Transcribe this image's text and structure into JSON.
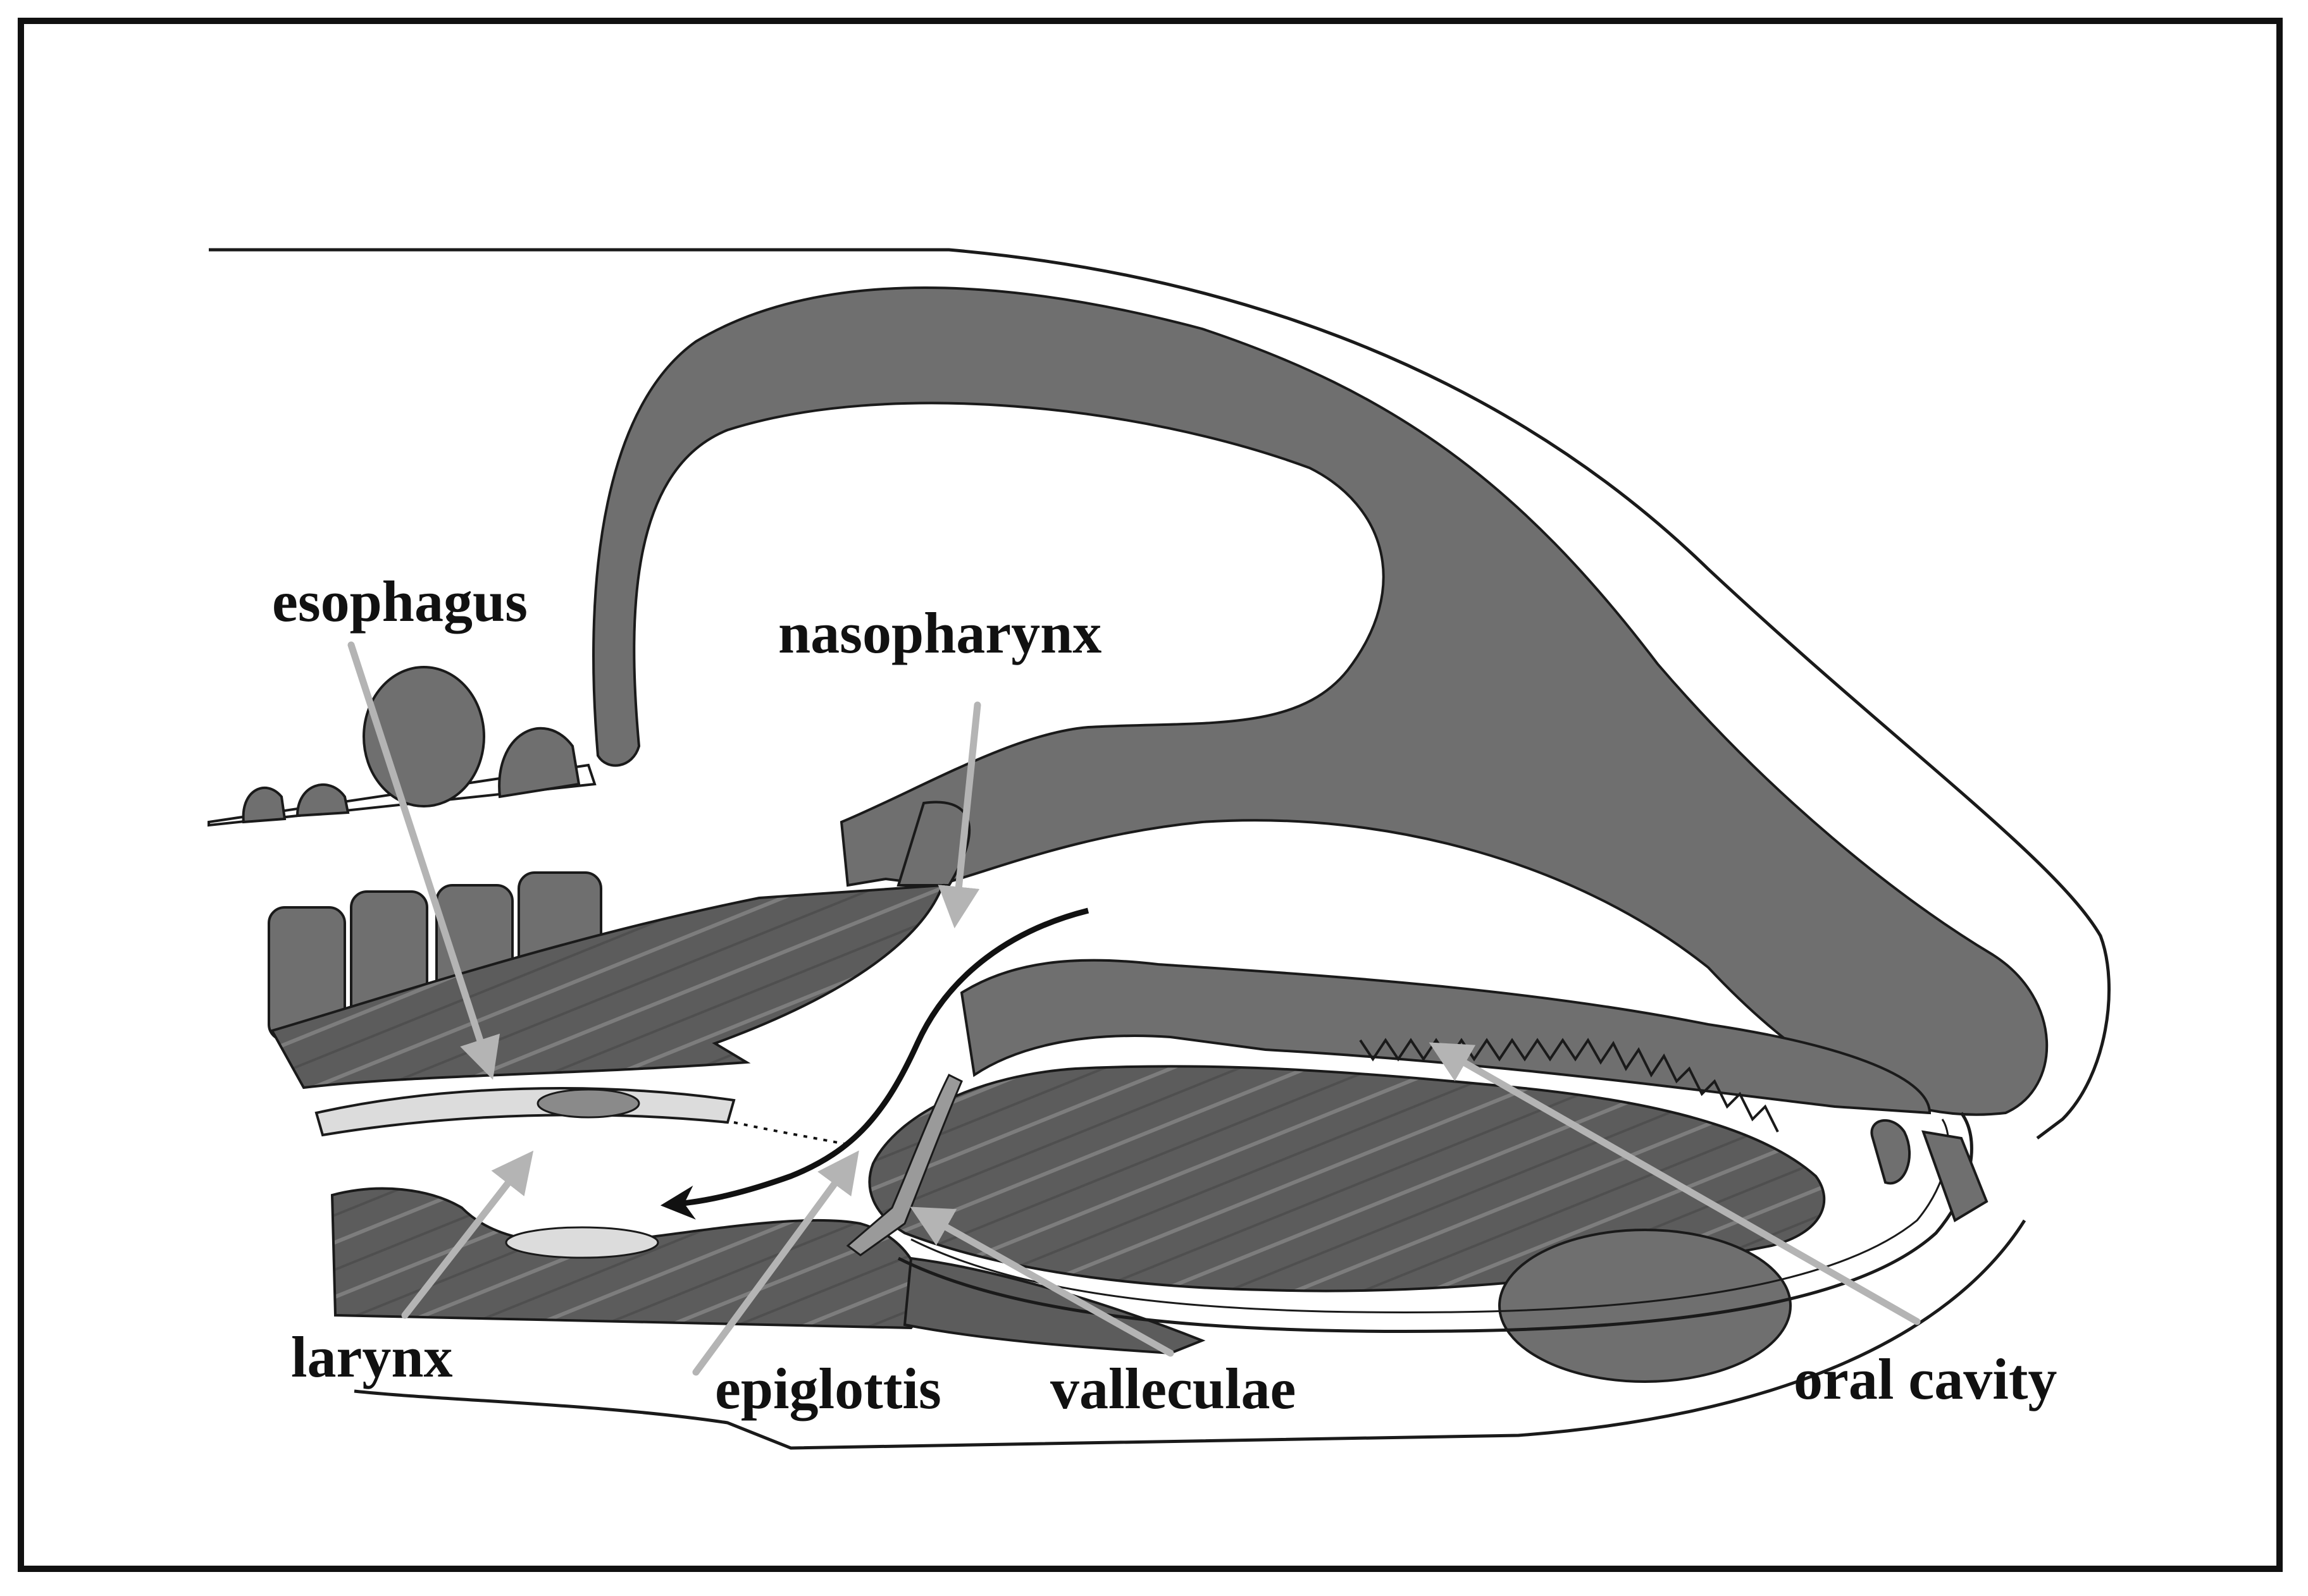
{
  "colors": {
    "tissue": "#6f6f6f",
    "tissue_dark": "#5c5c5c",
    "outline": "#1a1a1a",
    "pointer": "#b4b4b4",
    "light_fill": "#dcdcdc",
    "airflow_arrow": "#111111"
  },
  "labels": {
    "esophagus": "esophagus",
    "nasopharynx": "nasopharynx",
    "larynx": "larynx",
    "epiglottis": "epiglottis",
    "valleculae": "valleculae",
    "oral_cavity": "oral cavity"
  }
}
